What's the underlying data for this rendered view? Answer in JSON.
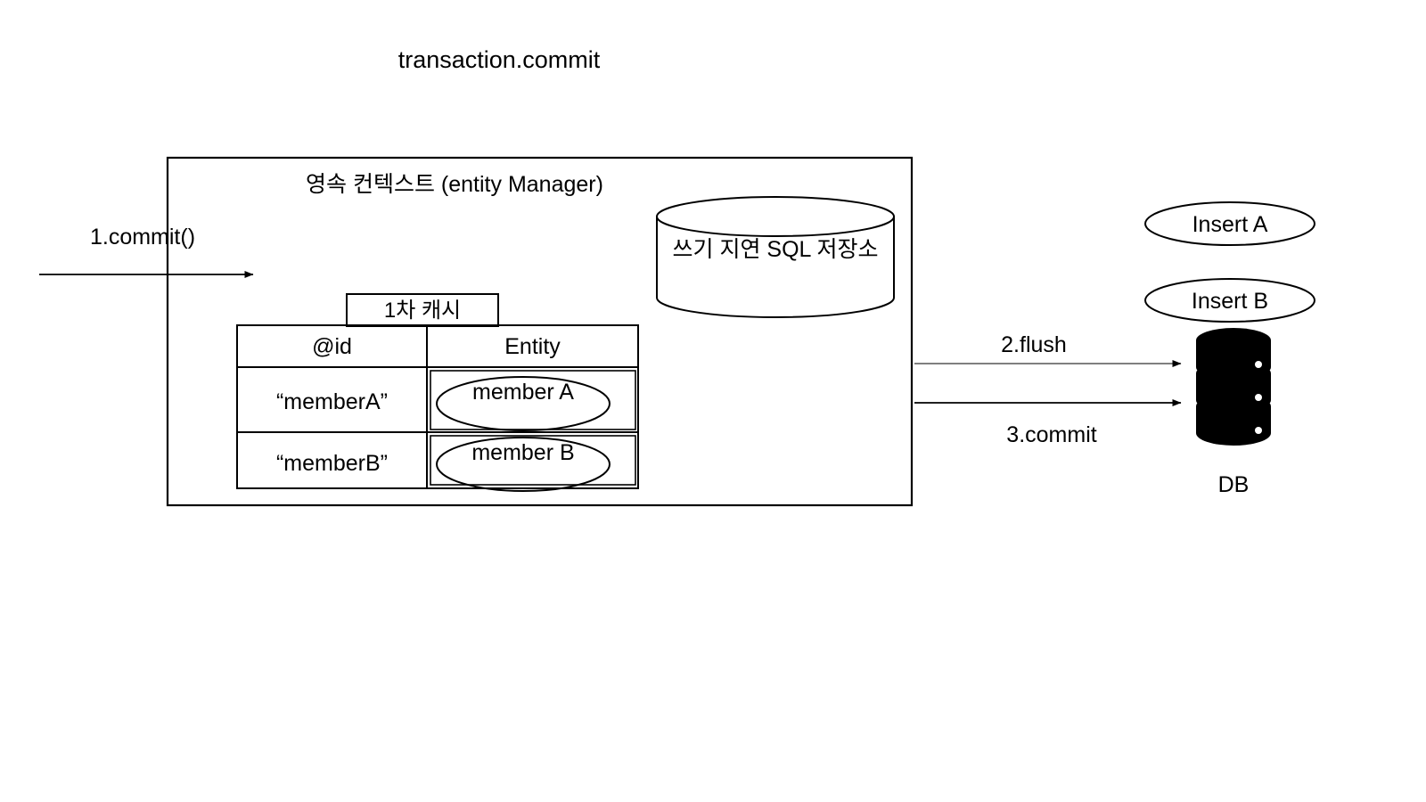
{
  "diagram": {
    "title": "transaction.commit",
    "persistence_context": {
      "label": "영속 컨텍스트 (entity Manager)",
      "first_level_cache": {
        "caption": "1차 캐시",
        "columns": [
          "@id",
          "Entity"
        ],
        "rows": [
          {
            "id": "“memberA”",
            "entity": "member A"
          },
          {
            "id": "“memberB”",
            "entity": "member B"
          }
        ]
      },
      "write_behind_store": {
        "label": "쓰기 지연 SQL 저장소"
      }
    },
    "sql_statements": [
      {
        "label": "Insert A"
      },
      {
        "label": "Insert B"
      }
    ],
    "database": {
      "label": "DB"
    },
    "arrows": [
      {
        "name": "commit-in",
        "label": "1.commit()"
      },
      {
        "name": "flush",
        "label": "2.flush"
      },
      {
        "name": "commit-db",
        "label": "3.commit"
      }
    ]
  },
  "colors": {
    "stroke": "#000000",
    "arrow_gray": "#7f7f7f",
    "db_fill": "#000000",
    "background": "#ffffff"
  }
}
